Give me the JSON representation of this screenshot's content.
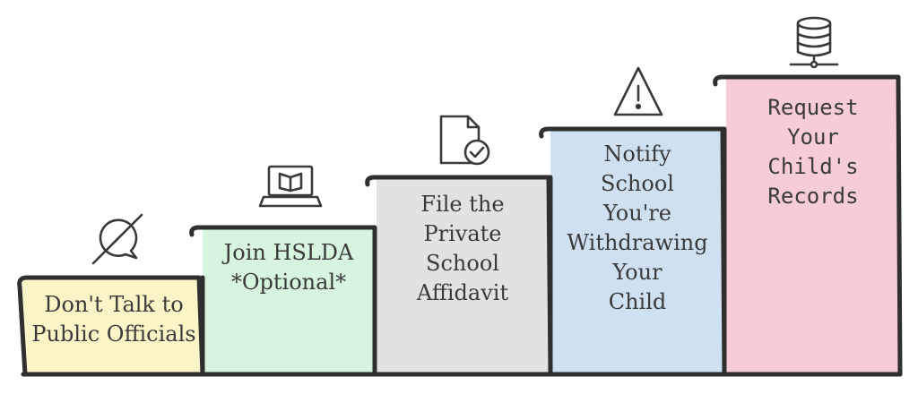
{
  "steps": [
    {
      "lines": [
        "Don't Talk to",
        "Public Officials"
      ],
      "icon": "no-chat-icon",
      "color": "#fbf4c6"
    },
    {
      "lines": [
        "Join HSLDA",
        "*Optional*"
      ],
      "icon": "laptop-book-icon",
      "color": "#d7f4de"
    },
    {
      "lines": [
        "File the",
        "Private",
        "School",
        "Affidavit"
      ],
      "icon": "document-check-icon",
      "color": "#e2e2e2"
    },
    {
      "lines": [
        "Notify",
        "School",
        "You're",
        "Withdrawing",
        "Your",
        "Child"
      ],
      "icon": "warning-icon",
      "color": "#cfe1f1"
    },
    {
      "lines": [
        "Request",
        "Your",
        "Child's",
        "Records"
      ],
      "icon": "database-icon",
      "color": "#f6cdd5"
    }
  ],
  "colors": {
    "outline": "#2f2f2f",
    "icon": "#3a3a3a"
  }
}
